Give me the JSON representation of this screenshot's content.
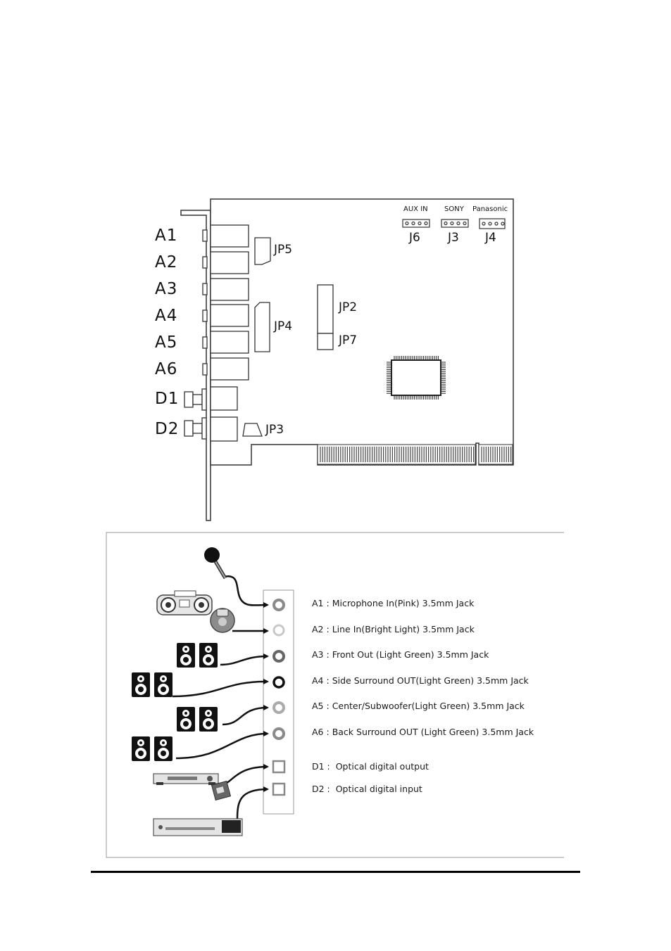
{
  "board": {
    "port_labels": [
      "A1",
      "A2",
      "A3",
      "A4",
      "A5",
      "A6",
      "D1",
      "D2"
    ],
    "jumpers": [
      "JP5",
      "JP4",
      "JP2",
      "JP7",
      "JP3"
    ],
    "headers": [
      {
        "name": "AUX IN",
        "id": "J6"
      },
      {
        "name": "SONY",
        "id": "J3"
      },
      {
        "name": "Panasonic",
        "id": "J4"
      }
    ]
  },
  "connections": [
    {
      "code": "A1",
      "sep": " : ",
      "text": "Microphone In(Pink) 3.5mm Jack",
      "device": "microphone"
    },
    {
      "code": "A2",
      "sep": " : ",
      "text": "Line In(Bright Light) 3.5mm Jack",
      "device": "boombox-and-cd-player"
    },
    {
      "code": "A3",
      "sep": " : ",
      "text": "Front Out (Light Green) 3.5mm Jack",
      "device": "front-speakers"
    },
    {
      "code": "A4",
      "sep": " : ",
      "text": "Side Surround OUT(Light Green) 3.5mm Jack",
      "device": "side-speakers"
    },
    {
      "code": "A5",
      "sep": " : ",
      "text": "Center/Subwoofer(Light Green) 3.5mm Jack",
      "device": "center-subwoofer-speakers"
    },
    {
      "code": "A6",
      "sep": " : ",
      "text": "Back Surround OUT (Light Green) 3.5mm Jack",
      "device": "back-speakers"
    },
    {
      "code": "D1",
      "sep": " :  ",
      "text": "Optical digital output",
      "device": "receiver-and-minidisc"
    },
    {
      "code": "D2",
      "sep": " :  ",
      "text": "Optical digital input",
      "device": "digital-source-deck"
    }
  ],
  "colors": {
    "line": "#111111",
    "board_outline": "#333333",
    "jack_gray": "#8a8a8a",
    "jack_light": "#c8c8c8",
    "panel_border": "#999999"
  }
}
